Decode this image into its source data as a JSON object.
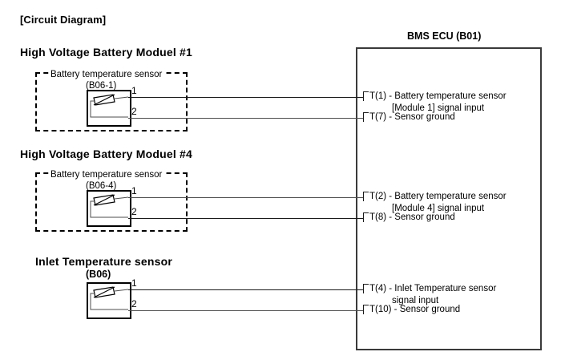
{
  "diagram": {
    "title": "[Circuit Diagram]",
    "ecu": {
      "label": "BMS ECU (B01)",
      "pins": [
        {
          "id": "T(1)",
          "text": "T(1) - Battery temperature sensor",
          "text2": "[Module 1] signal input"
        },
        {
          "id": "T(7)",
          "text": "T(7) - Sensor ground",
          "text2": ""
        },
        {
          "id": "T(2)",
          "text": "T(2) - Battery temperature sensor",
          "text2": "[Module 4] signal input"
        },
        {
          "id": "T(8)",
          "text": "T(8) - Sensor ground",
          "text2": ""
        },
        {
          "id": "T(4)",
          "text": "T(4) - Inlet Temperature sensor",
          "text2": "signal input"
        },
        {
          "id": "T(10)",
          "text": "T(10) - Sensor ground",
          "text2": ""
        }
      ]
    },
    "groups": [
      {
        "heading": "High Voltage Battery Moduel #1",
        "sensor_caption": "Battery temperature sensor",
        "sensor_code": "(B06-1)",
        "pin1": "1",
        "pin2": "2"
      },
      {
        "heading": "High Voltage Battery Moduel #4",
        "sensor_caption": "Battery temperature sensor",
        "sensor_code": "(B06-4)",
        "pin1": "1",
        "pin2": "2"
      },
      {
        "heading": "Inlet Temperature sensor",
        "sensor_caption": "",
        "sensor_code": "(B06)",
        "pin1": "1",
        "pin2": "2"
      }
    ],
    "colors": {
      "line": "#1a1a1a",
      "wire": "#4d4d4d",
      "ecu_border": "#3a3a3a",
      "background": "#ffffff"
    }
  }
}
